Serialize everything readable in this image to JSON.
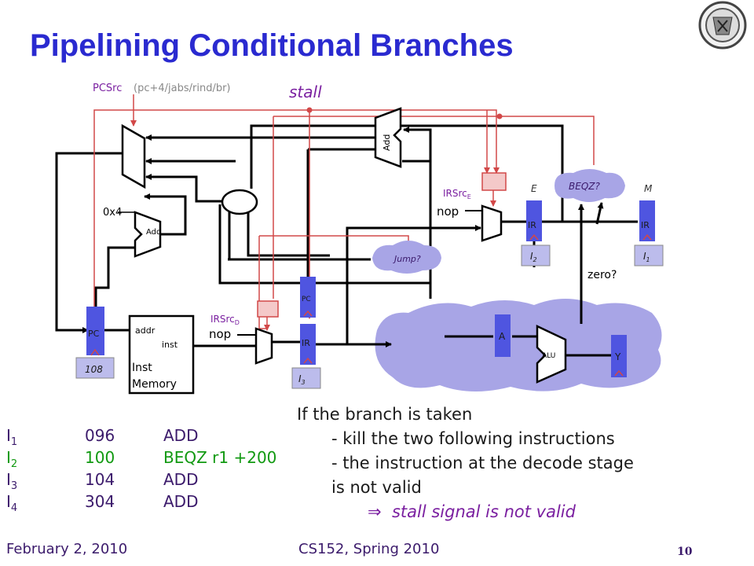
{
  "title": "Pipelining Conditional Branches",
  "labels": {
    "pcsrc_name": "PCSrc",
    "pcsrc_opts": "(pc+4/jabs/rind/br)",
    "stall": "stall",
    "add_top": "Add",
    "add_small": "Add",
    "const4": "0x4",
    "irsrc_e": "IRSrc",
    "irsrc_e_sub": "E",
    "irsrc_d": "IRSrc",
    "irsrc_d_sub": "D",
    "nop_e": "nop",
    "nop_d": "nop",
    "stage_e": "E",
    "stage_m": "M",
    "beqz": "BEQZ?",
    "jump": "Jump?",
    "zero": "zero?",
    "pc_fetch": "PC",
    "pc_value": "108",
    "pc_decode": "PC",
    "ir_decode": "IR",
    "ir_exec": "IR",
    "ir_mem": "IR",
    "tag_i1": "I",
    "tag_i1_sub": "1",
    "tag_i2": "I",
    "tag_i2_sub": "2",
    "tag_i3": "I",
    "tag_i3_sub": "3",
    "mem_addr": "addr",
    "mem_inst": "inst",
    "mem_name1": "Inst",
    "mem_name2": "Memory",
    "reg_a": "A",
    "alu": "ALU",
    "reg_y": "Y"
  },
  "instructions": [
    {
      "tag": "I",
      "num": "1",
      "addr": "096",
      "op": "ADD",
      "color": "purple"
    },
    {
      "tag": "I",
      "num": "2",
      "addr": "100",
      "op": "BEQZ r1 +200",
      "color": "green"
    },
    {
      "tag": "I",
      "num": "3",
      "addr": "104",
      "op": "ADD",
      "color": "purple"
    },
    {
      "tag": "I",
      "num": "4",
      "addr": "304",
      "op": "ADD",
      "color": "purple"
    }
  ],
  "notes": {
    "line1": "If the branch is taken",
    "line2": "- kill the two following instructions",
    "line3": "- the instruction at the decode stage",
    "line4": "is not valid",
    "line5": "stall signal is not valid",
    "arrow": "⇒"
  },
  "footer": {
    "date": "February 2, 2010",
    "course": "CS152, Spring 2010",
    "page": "10"
  },
  "colors": {
    "title": "#2a2ad0",
    "register": "#4f55e0",
    "control": "#d24848",
    "cloud": "#a8a5e6",
    "green": "#119911",
    "purple": "#3b1a6b"
  },
  "logo": "university-seal"
}
